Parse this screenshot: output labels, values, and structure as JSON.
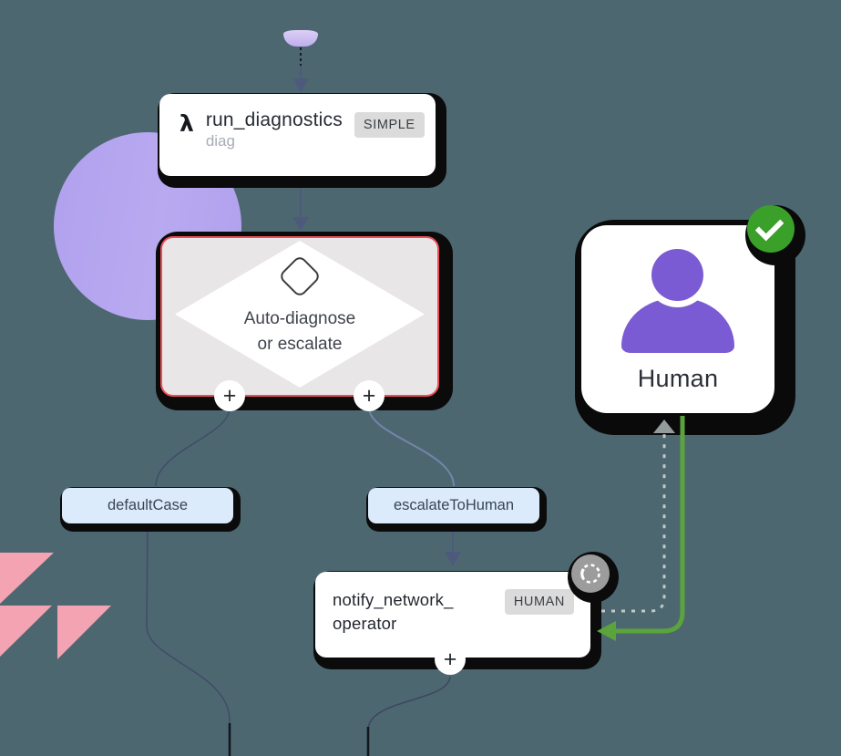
{
  "canvas": {
    "background": "#4d6770"
  },
  "palette": {
    "node_background": "#ffffff",
    "hard_shadow": "#0b0b0b",
    "decision_background": "#e8e6e6",
    "decision_border_red": "#ee4e59",
    "edge_label_background": "#dcebfb",
    "type_badge_background": "#dbdbdb",
    "person_purple": "#7b5bd3",
    "decor_circle_purple": "#b5a6ef",
    "decor_triangle_pink": "#f3a3b2",
    "edge_navy": "#4e5a7c",
    "green_edge": "#5ba43c",
    "success_badge_green": "#3aa02a",
    "dotted_edge_gray": "#c3c7c7",
    "loop_icon_background": "#9c9c9c"
  },
  "nodes": {
    "run_diagnostics": {
      "title": "run_diagnostics",
      "subtitle": "diag",
      "type_badge": "SIMPLE",
      "icon_glyph": "λ"
    },
    "decision": {
      "line1": "Auto-diagnose",
      "line2": "or escalate"
    },
    "notify_operator": {
      "title_line1": "notify_network_",
      "title_line2": "operator",
      "type_badge": "HUMAN"
    },
    "human": {
      "label": "Human"
    }
  },
  "edge_labels": {
    "default_case": "defaultCase",
    "escalate_to_human": "escalateToHuman"
  },
  "controls": {
    "add_step": "+"
  }
}
